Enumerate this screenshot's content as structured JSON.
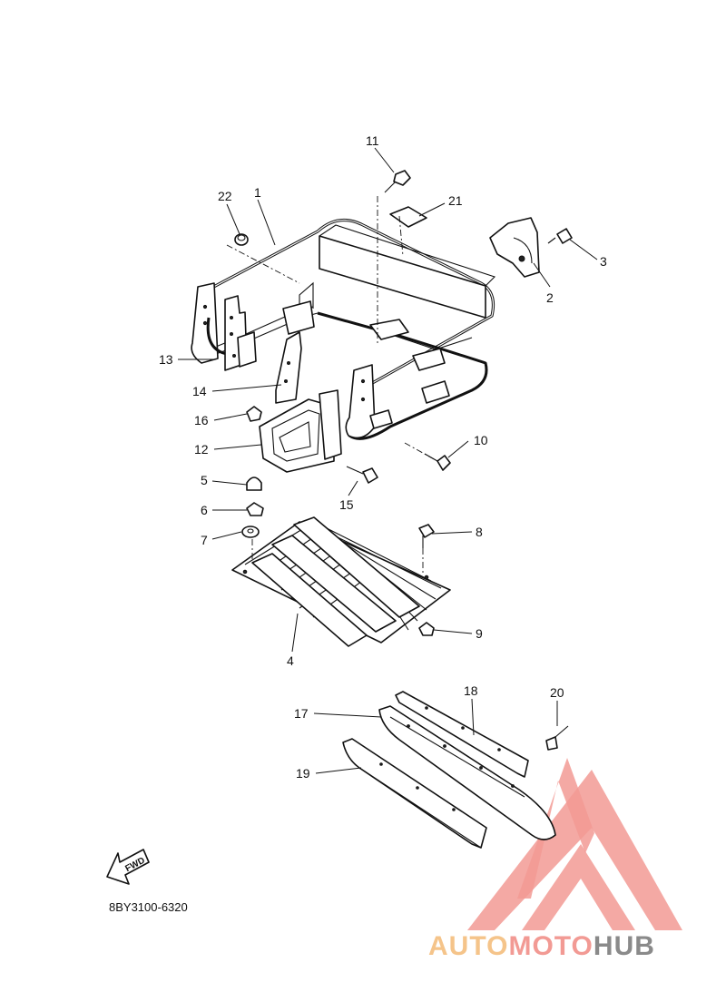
{
  "diagram": {
    "callouts": [
      "1",
      "2",
      "3",
      "4",
      "5",
      "6",
      "7",
      "8",
      "9",
      "10",
      "11",
      "12",
      "13",
      "14",
      "15",
      "16",
      "17",
      "18",
      "19",
      "20",
      "21",
      "22"
    ],
    "fwd_label": "FWD",
    "drawing_code": "8BY3100-6320"
  },
  "watermark": {
    "text_auto": "AUTO",
    "text_moto": "MOTO",
    "text_hub": "HUB",
    "colors": {
      "auto": "#f5c48a",
      "moto": "#f29a94",
      "hub": "#8a8a8a",
      "triangle": "#f29a94"
    }
  }
}
